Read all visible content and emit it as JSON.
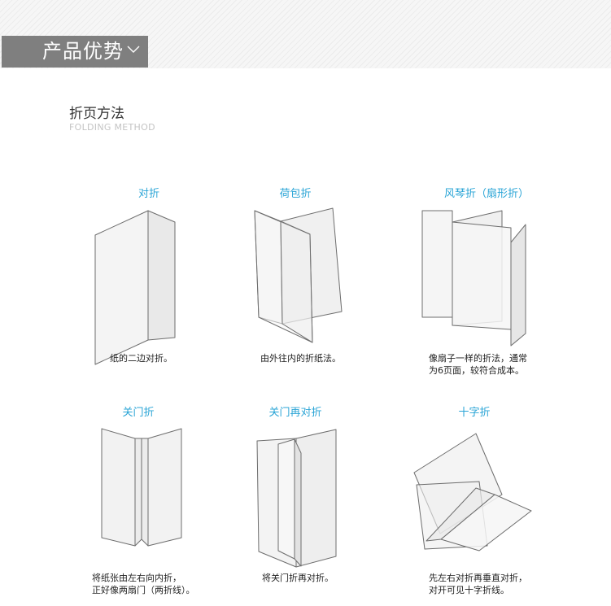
{
  "banner": {
    "title": "产品优势"
  },
  "section": {
    "title": "折页方法",
    "subtitle": "FOLDING METHOD"
  },
  "colors": {
    "accent": "#29a4d6",
    "banner_bg": "#7f7f7f"
  },
  "cards": [
    {
      "title": "对折",
      "desc": "纸的二边对折。"
    },
    {
      "title": "荷包折",
      "desc": "由外往内的折纸法。"
    },
    {
      "title": "风琴折（扇形折）",
      "desc": "像扇子一样的折法，通常\n为6页面，较符合成本。"
    },
    {
      "title": "关门折",
      "desc": "将纸张由左右向内折，\n正好像两扇门（两折线）。"
    },
    {
      "title": "关门再对折",
      "desc": "将关门折再对折。"
    },
    {
      "title": "十字折",
      "desc": "先左右对折再垂直对折，\n对开可见十字折线。"
    }
  ]
}
